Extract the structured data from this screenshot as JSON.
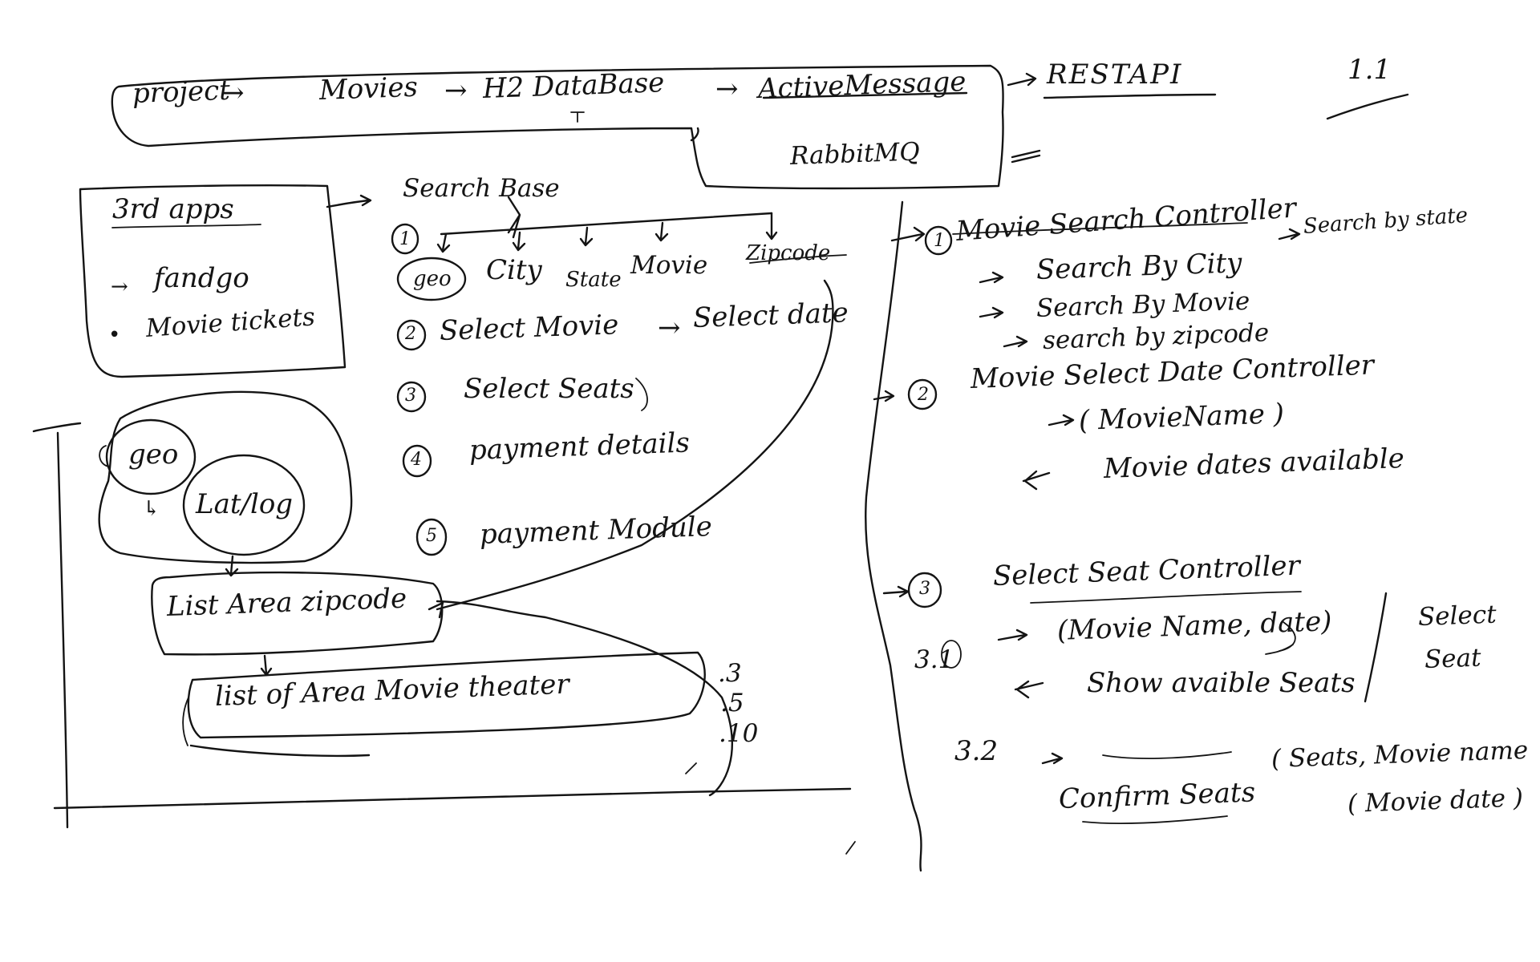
{
  "top_flow": {
    "project": "project",
    "movies": "Movies",
    "h2_database": "H2 DataBase",
    "active_message": "ActiveMessage",
    "rabbit_mq": "RabbitMQ",
    "rest_api": "RESTAPI",
    "version_mark": "1.1"
  },
  "third_apps": {
    "title": "3rd apps",
    "items": [
      "fandgo",
      "Movie tickets"
    ]
  },
  "search_base": {
    "title": "Search Base",
    "step1_num": "1",
    "options": [
      "geo",
      "City",
      "State",
      "Movie",
      "Zipcode"
    ],
    "step2_num": "2",
    "step2": "Select Movie",
    "step2_next": "Select date",
    "step3_num": "3",
    "step3": "Select Seats",
    "step4_num": "4",
    "step4": "payment details",
    "step5_num": "5",
    "step5": "payment Module"
  },
  "geo_flow": {
    "geo": "geo",
    "lat_log": "Lat/log",
    "list_area": "List Area zipcode",
    "list_theater": "list of Area Movie theater",
    "distances": [
      ".3",
      ".5",
      ".10"
    ]
  },
  "controllers": {
    "c1_num": "1",
    "c1_title": "Movie Search Controller",
    "c1_note": "Search by state",
    "c1_items": [
      "Search By City",
      "Search By Movie",
      "search by zipcode"
    ],
    "c2_num": "2",
    "c2_title": "Movie Select Date Controller",
    "c2_input": "( MovieName )",
    "c2_output": "Movie dates available",
    "c3_num": "3",
    "c3_title": "Select Seat Controller",
    "c3_sub1": "3.1",
    "c3_input": "(Movie Name, date)",
    "c3_output": "Show avaible Seats",
    "c3_side": [
      "Select",
      "Seat"
    ],
    "c3_sub2": "3.2",
    "c3_confirm": "Confirm Seats",
    "c3_confirm_params": [
      "( Seats, Movie name",
      "( Movie date )"
    ]
  }
}
